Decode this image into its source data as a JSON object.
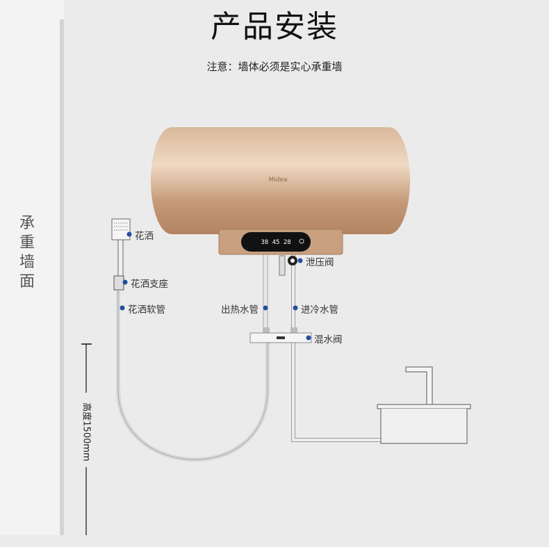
{
  "title": "产品安装",
  "note": "注意：墙体必须是实心承重墙",
  "wall_label": "承重墙面",
  "height_label": "高度1500mm",
  "brand_logo": "Midea",
  "labels": {
    "shower_head": "花洒",
    "shower_holder": "花洒支座",
    "shower_hose": "花洒软管",
    "hot_pipe": "出热水管",
    "cold_pipe": "进冷水管",
    "relief_valve": "泄压阀",
    "mixing_valve": "混水阀"
  },
  "colors": {
    "marker": "#1f4fa0",
    "tank": "#c9a180",
    "background": "#ebebeb"
  }
}
